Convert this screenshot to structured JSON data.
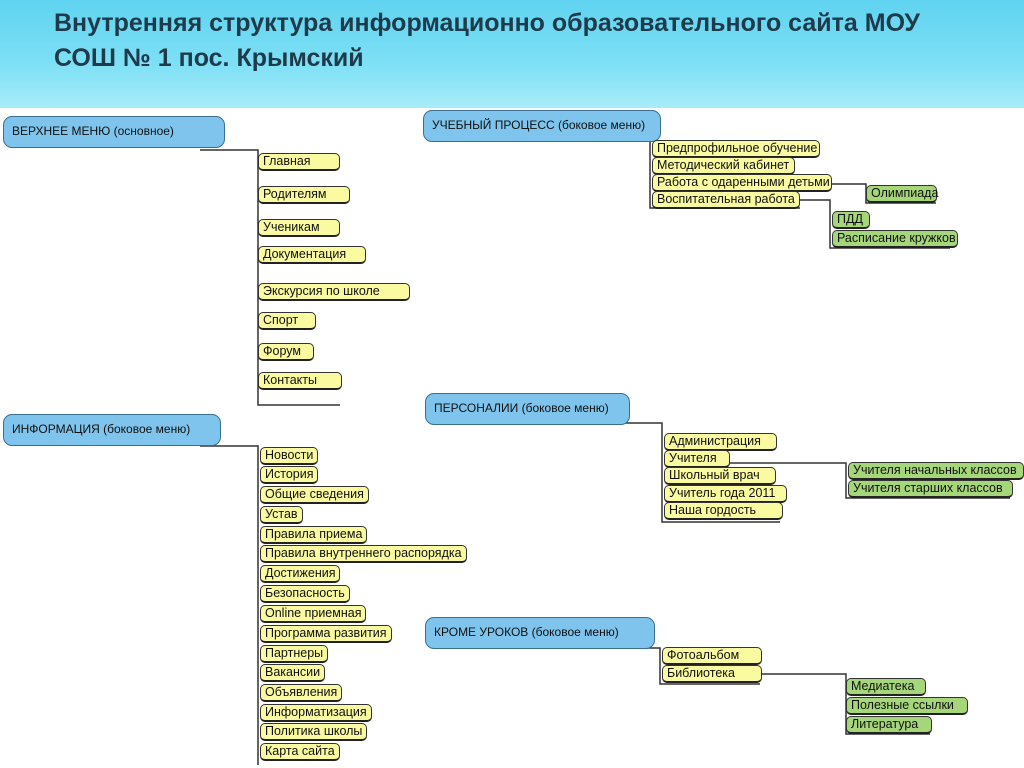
{
  "title": "Внутренняя структура информационно образовательного сайта МОУ СОШ № 1 пос. Крымский",
  "top_menu": {
    "label": "ВЕРХНЕЕ МЕНЮ (основное)",
    "items": [
      "Главная",
      "Родителям",
      "Ученикам",
      "Документация",
      "Экскурсия по школе",
      "Спорт",
      "Форум",
      "Контакты"
    ]
  },
  "info": {
    "label": "ИНФОРМАЦИЯ (боковое меню)",
    "items": [
      "Новости",
      "История",
      "Общие сведения",
      "Устав",
      "Правила приема",
      "Правила внутреннего распорядка",
      "Достижения",
      "Безопасность",
      "Online приемная",
      "Программа развития",
      "Партнеры",
      "Вакансии",
      "Объявления",
      "Информатизация",
      "Политика школы",
      "Карта сайта"
    ]
  },
  "study": {
    "label": "УЧЕБНЫЙ ПРОЦЕСС (боковое меню)",
    "items": [
      "Предпрофильное обучение",
      "Методический кабинет",
      "Работа с одаренными детьми",
      "Воспитательная работа"
    ],
    "gifted_sub": [
      "Олимпиада"
    ],
    "upbringing_sub": [
      "ПДД",
      "Расписание кружков"
    ]
  },
  "persons": {
    "label": "ПЕРСОНАЛИИ (боковое меню)",
    "items": [
      "Администрация",
      "Учителя",
      "Школьный врач",
      "Учитель года 2011",
      "Наша гордость"
    ],
    "teachers_sub": [
      "Учителя начальных классов",
      "Учителя старших классов"
    ]
  },
  "extra": {
    "label": "КРОМЕ УРОКОВ (боковое меню)",
    "items": [
      "Фотоальбом",
      "Библиотека"
    ],
    "library_sub": [
      "Медиатека",
      "Полезные ссылки",
      "Литература"
    ]
  }
}
